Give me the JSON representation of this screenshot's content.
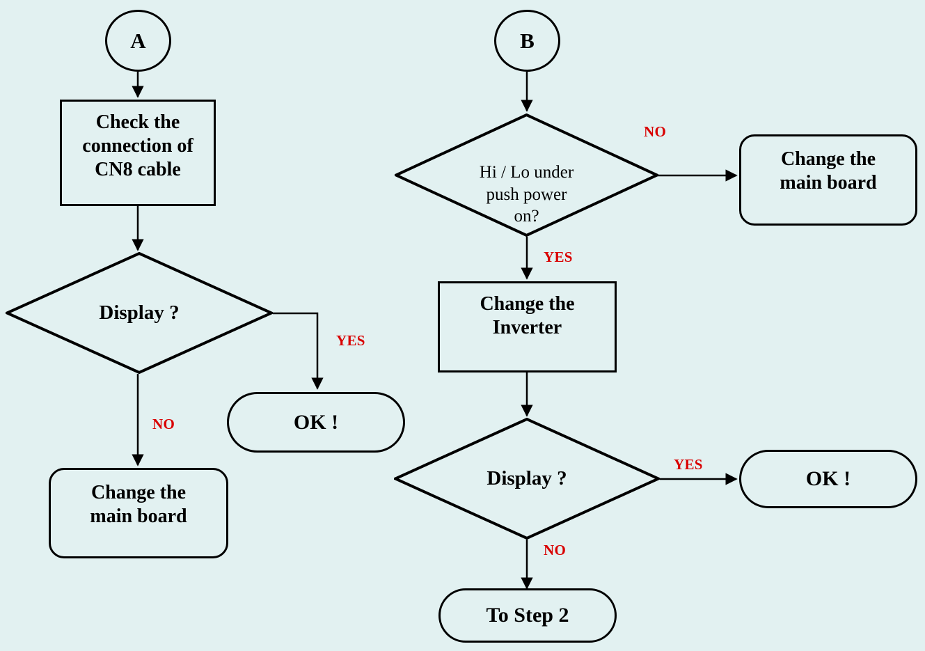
{
  "diagram": {
    "title": "LCD display troubleshooting flowchart",
    "background_color": "#e2f1f1",
    "line_color": "#000000",
    "label_color": "#d90000"
  },
  "nodes": {
    "start_a": {
      "label": "A",
      "shape": "circle"
    },
    "check_cn8": {
      "label": "Check the\nconnection of\nCN8 cable",
      "line1": "Check the",
      "line2": "connection of",
      "line3": "CN8 cable",
      "shape": "rectangle"
    },
    "display_left": {
      "label": "Display ?",
      "shape": "diamond"
    },
    "ok_left": {
      "label": "OK !",
      "shape": "pill"
    },
    "change_main_board_left": {
      "line1": "Change the",
      "line2": "main board",
      "shape": "rounded-rectangle"
    },
    "start_b": {
      "label": "B",
      "shape": "circle"
    },
    "hi_lo_check": {
      "line1": "Hi / Lo under",
      "line2": "push power",
      "line3": "on?",
      "shape": "diamond"
    },
    "change_main_board_right": {
      "line1": "Change the",
      "line2": "main board",
      "shape": "rounded-rectangle"
    },
    "change_inverter": {
      "line1": "Change the",
      "line2": "Inverter",
      "shape": "rectangle"
    },
    "display_right": {
      "label": "Display ?",
      "shape": "diamond"
    },
    "ok_right": {
      "label": "OK !",
      "shape": "pill"
    },
    "to_step_2": {
      "label": "To Step 2",
      "shape": "pill"
    }
  },
  "edge_labels": {
    "left_display_yes": "YES",
    "left_display_no": "NO",
    "hi_lo_no": "NO",
    "hi_lo_yes": "YES",
    "right_display_yes": "YES",
    "right_display_no": "NO"
  }
}
